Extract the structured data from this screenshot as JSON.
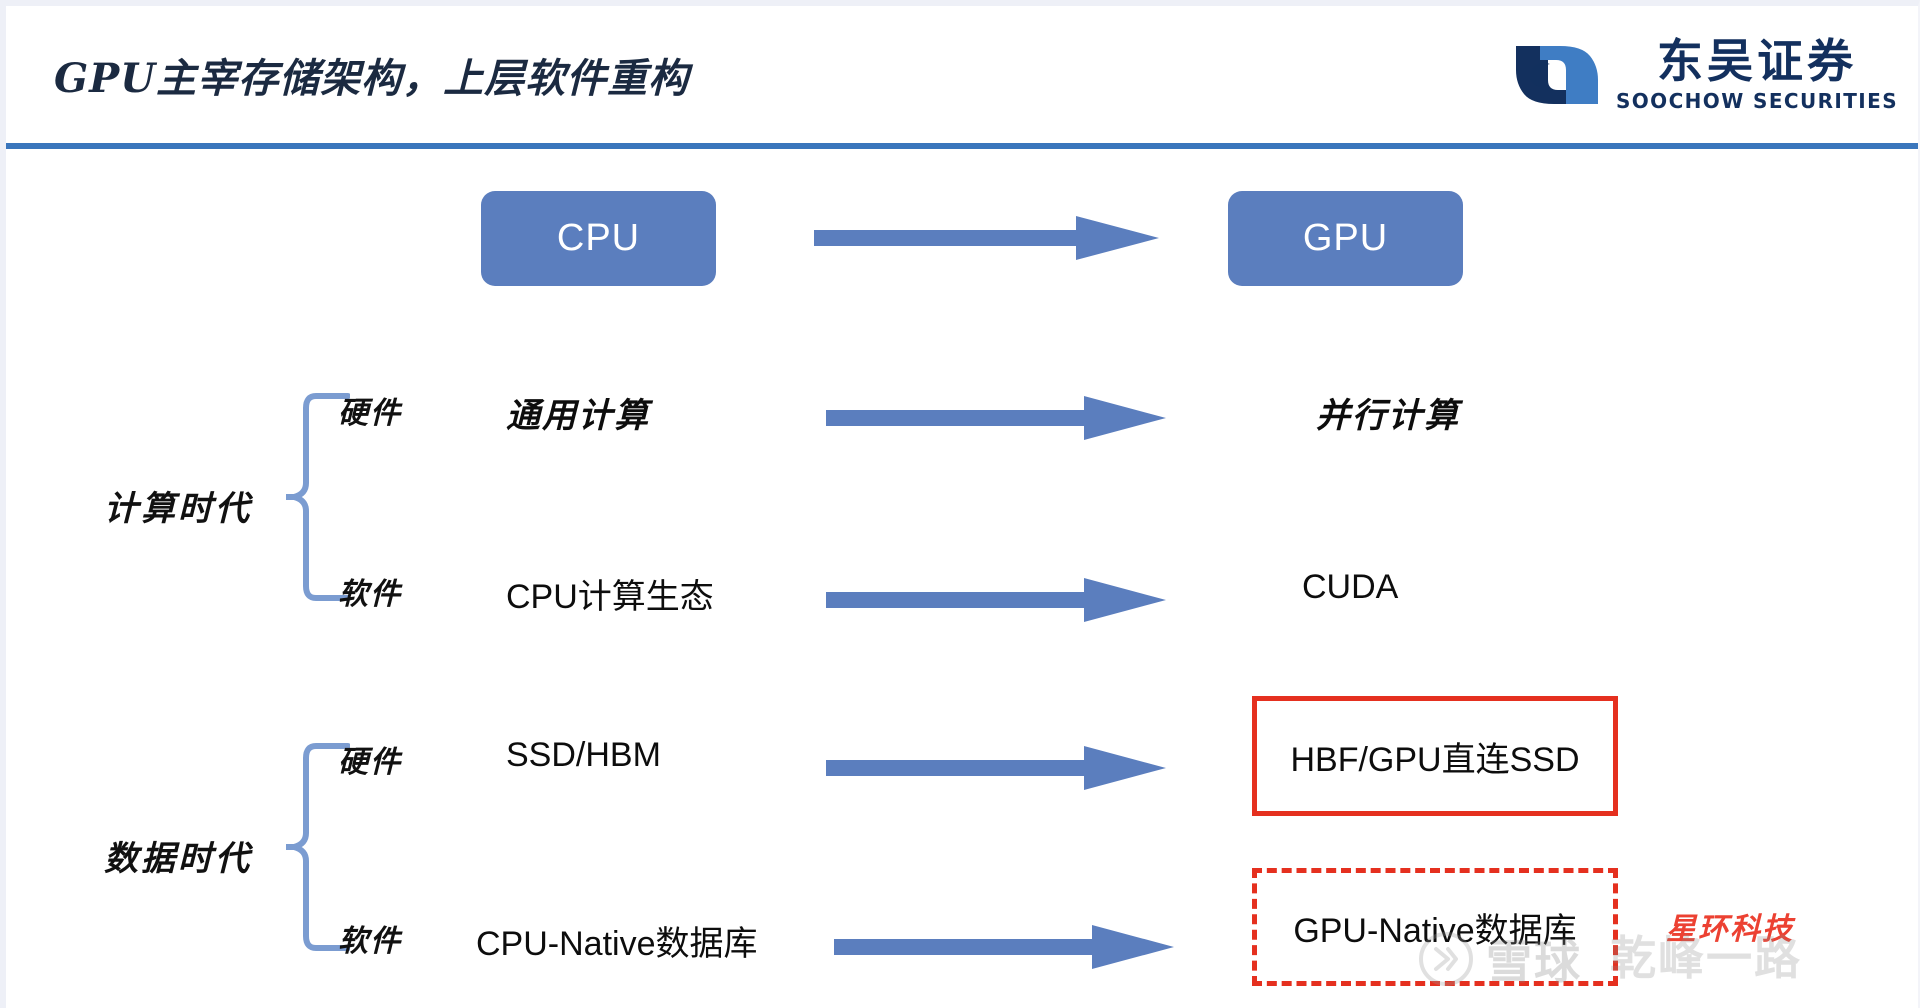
{
  "header": {
    "title": "GPU主宰存储架构，上层软件重构",
    "rule_color": "#3a76bc",
    "logo": {
      "mark_name": "soochow-securities-logo-mark",
      "cn_name": "东吴证券",
      "en_name": "SOOCHOW SECURITIES",
      "color_dark": "#13305e",
      "color_light": "#3f7dc4"
    }
  },
  "theme": {
    "accent_blue": "#5b7ebe",
    "highlight_red": "#e5301f",
    "vendor_red": "#ec4132",
    "text_dark": "#0d0d0d"
  },
  "top_row": {
    "from_label": "CPU",
    "to_label": "GPU",
    "arrow_name": "arrow-cpu-to-gpu"
  },
  "sections": [
    {
      "era": "计算时代",
      "rows": [
        {
          "layer": "硬件",
          "from": "通用计算",
          "to": "并行计算",
          "to_style": "plain"
        },
        {
          "layer": "软件",
          "from": "CPU计算生态",
          "to": "CUDA",
          "to_style": "plain"
        }
      ]
    },
    {
      "era": "数据时代",
      "rows": [
        {
          "layer": "硬件",
          "from": "SSD/HBM",
          "to": "HBF/GPU直连SSD",
          "to_style": "solid-box"
        },
        {
          "layer": "软件",
          "from": "CPU-Native数据库",
          "to": "GPU-Native数据库",
          "to_style": "dashed-box"
        }
      ]
    }
  ],
  "annotations": {
    "vendor_tag": "星环科技"
  },
  "watermark": {
    "brand": "雪球",
    "user": "乾峰一路",
    "mark_name": "xueqiu-logo-mark"
  }
}
